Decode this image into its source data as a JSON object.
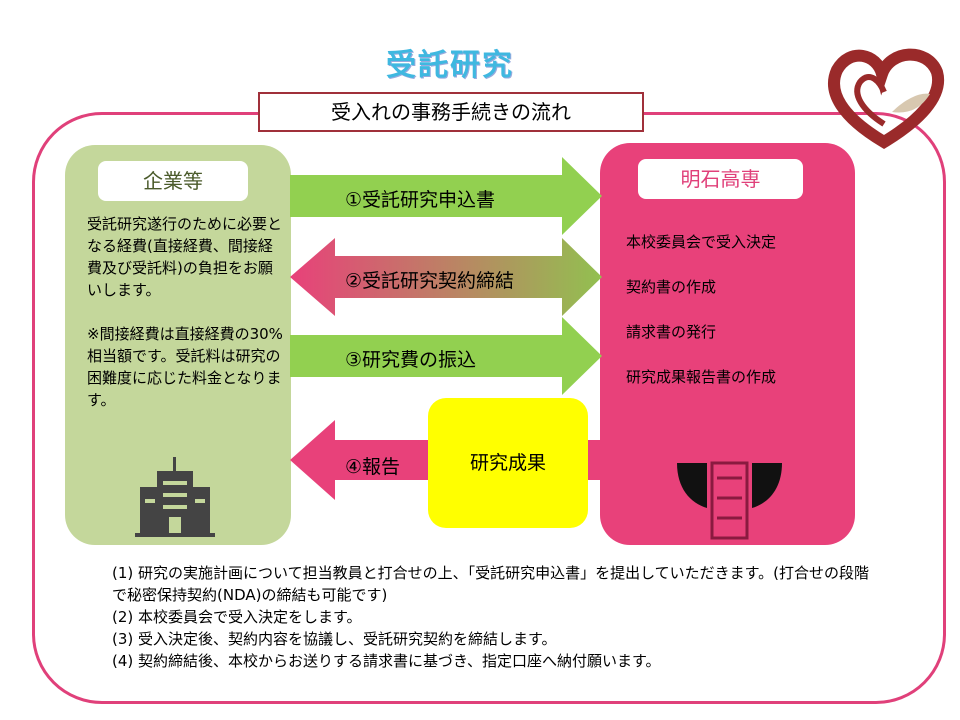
{
  "title": "受託研究",
  "subtitle": "受入れの事務手続きの流れ",
  "company": {
    "header": "企業等",
    "text": "受託研究遂行のために必要となる経費(直接経費、間接経費及び受託料)の負担をお願いします。\n\n※間接経費は直接経費の30%相当額です。受託料は研究の困難度に応じた料金となります。"
  },
  "college": {
    "header": "明石高専",
    "items": [
      "本校委員会で受入決定",
      "契約書の作成",
      "請求書の発行",
      "研究成果報告書の作成"
    ]
  },
  "arrows": [
    "①受託研究申込書",
    "②受託研究契約締結",
    "③研究費の振込",
    "④報告"
  ],
  "result": "研究成果",
  "notes": [
    "(1) 研究の実施計画について担当教員と打合せの上、「受託研究申込書」を提出していただきます。(打合せの段階で秘密保持契約(NDA)の締結も可能です)",
    "(2) 本校委員会で受入決定をします。",
    "(3) 受入決定後、契約内容を協議し、受託研究契約を締結します。",
    "(4) 契約締結後、本校からお送りする請求書に基づき、指定口座へ納付願います。"
  ],
  "colors": {
    "green": "#c4d79b",
    "pink": "#e8417a",
    "arrow_green": "#92d050",
    "yellow": "#ffff00"
  }
}
